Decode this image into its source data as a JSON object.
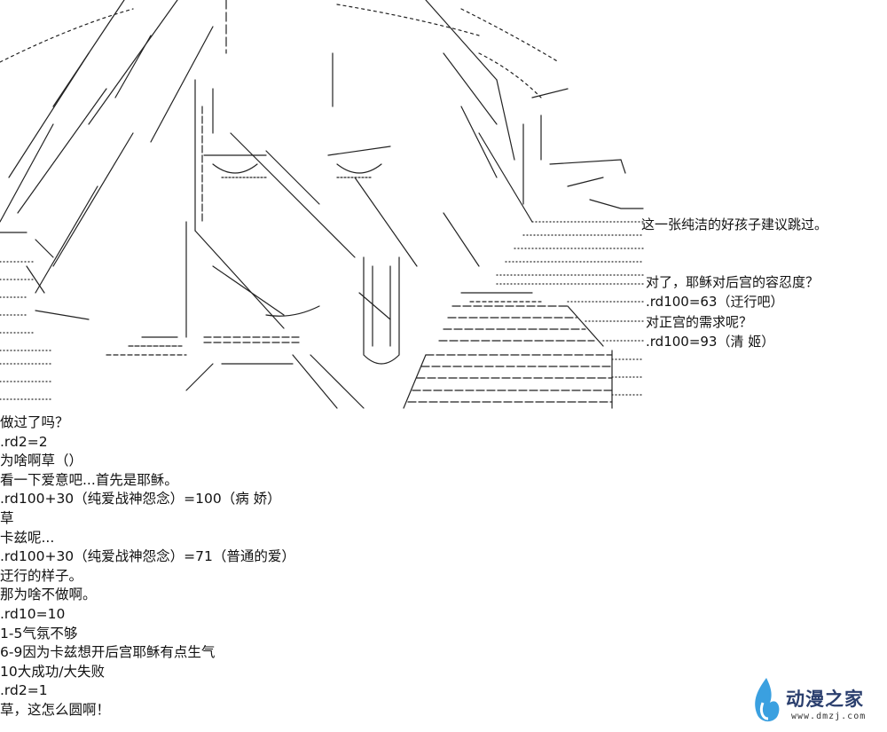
{
  "side_texts": [
    "这一张纯洁的好孩子建议跳过。",
    "对了，耶稣对后宫的容忍度？",
    ".rd100=63（迂行吧）",
    "对正宫的需求呢？",
    ".rd100=93（清 姬）"
  ],
  "lines": [
    "做过了吗？",
    ".rd2=2",
    "为啥啊草（）",
    "看一下爱意吧...首先是耶稣。",
    ".rd100+30（纯爱战神怨念）=100（病 娇）",
    "草",
    "卡兹呢...",
    ".rd100+30（纯爱战神怨念）=71（普通的爱）",
    "迂行的样子。",
    "那为啥不做啊。",
    ".rd10=10",
    "1-5气氛不够",
    "6-9因为卡兹想开后宫耶稣有点生气",
    "10大成功/大失败",
    ".rd2=1",
    "草，这怎么圆啊！"
  ],
  "watermark": {
    "name": "动漫之家",
    "url": "www.dmzj.com",
    "logo_color": "#3aa0e0"
  }
}
